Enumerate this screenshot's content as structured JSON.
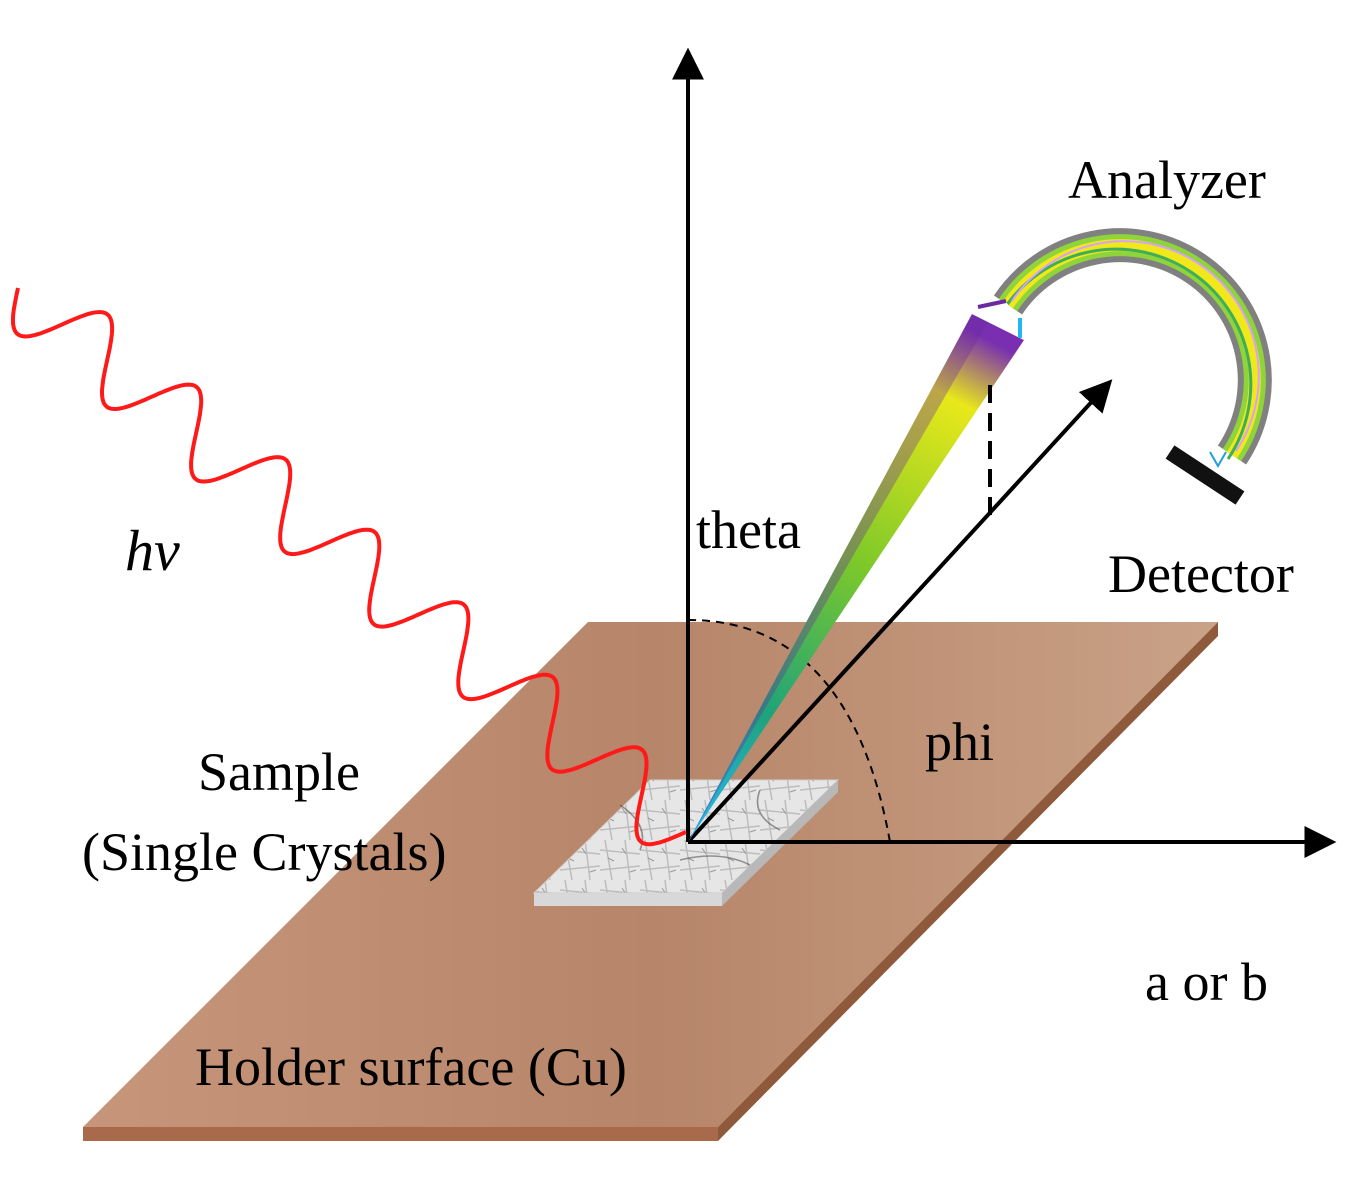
{
  "labels": {
    "photon": "hv",
    "analyzer": "Analyzer",
    "theta": "theta",
    "detector": "Detector",
    "phi": "phi",
    "sample_line1": "Sample",
    "sample_line2": "(Single Crystals)",
    "axis": "a or b",
    "holder": "Holder surface (Cu)"
  },
  "colors": {
    "photon_wave": "#ff1a1a",
    "holder_copper": "#c08a6a",
    "analyzer_shell": "#808080",
    "detector": "#111111"
  },
  "icons": {
    "sample": "single-crystal-sample",
    "analyzer": "hemispherical-analyzer",
    "detector": "detector-bar"
  }
}
